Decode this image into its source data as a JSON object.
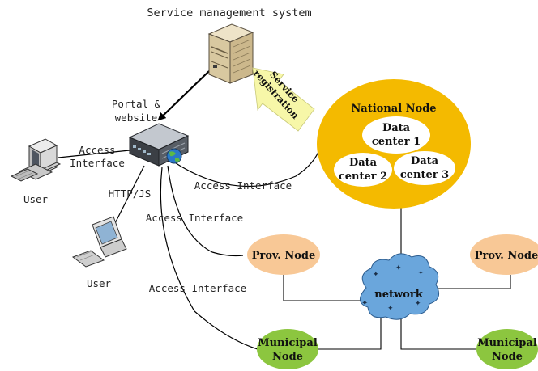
{
  "title": "Service management system",
  "portal": {
    "line1": "Portal &",
    "line2": "website"
  },
  "service_registration": {
    "line1": "Service",
    "line2": "registration"
  },
  "national_node": {
    "label": "National Node",
    "dc1": {
      "line1": "Data",
      "line2": "center 1"
    },
    "dc2": {
      "line1": "Data",
      "line2": "center 2"
    },
    "dc3": {
      "line1": "Data",
      "line2": "center 3"
    }
  },
  "user_top": {
    "label": "User",
    "access_line1": "Access",
    "access_line2": "Interface"
  },
  "user_bottom": {
    "label": "User",
    "protocol": "HTTP/JS"
  },
  "access_labels": {
    "to_national": "Access Interface",
    "to_prov": "Access Interface",
    "to_municipal": "Access Interface"
  },
  "prov_left": "Prov. Node",
  "prov_right": "Prov. Node",
  "network": "network",
  "municipal_left": {
    "line1": "Municipal",
    "line2": "Node"
  },
  "municipal_right": {
    "line1": "Municipal",
    "line2": "Node"
  },
  "colors": {
    "national_fill": "#f4ba00",
    "prov_fill": "#f8c896",
    "municipal_fill": "#8cc63f",
    "cloud_fill": "#6aa6dc",
    "arrow_fill": "#f7f7a8"
  }
}
